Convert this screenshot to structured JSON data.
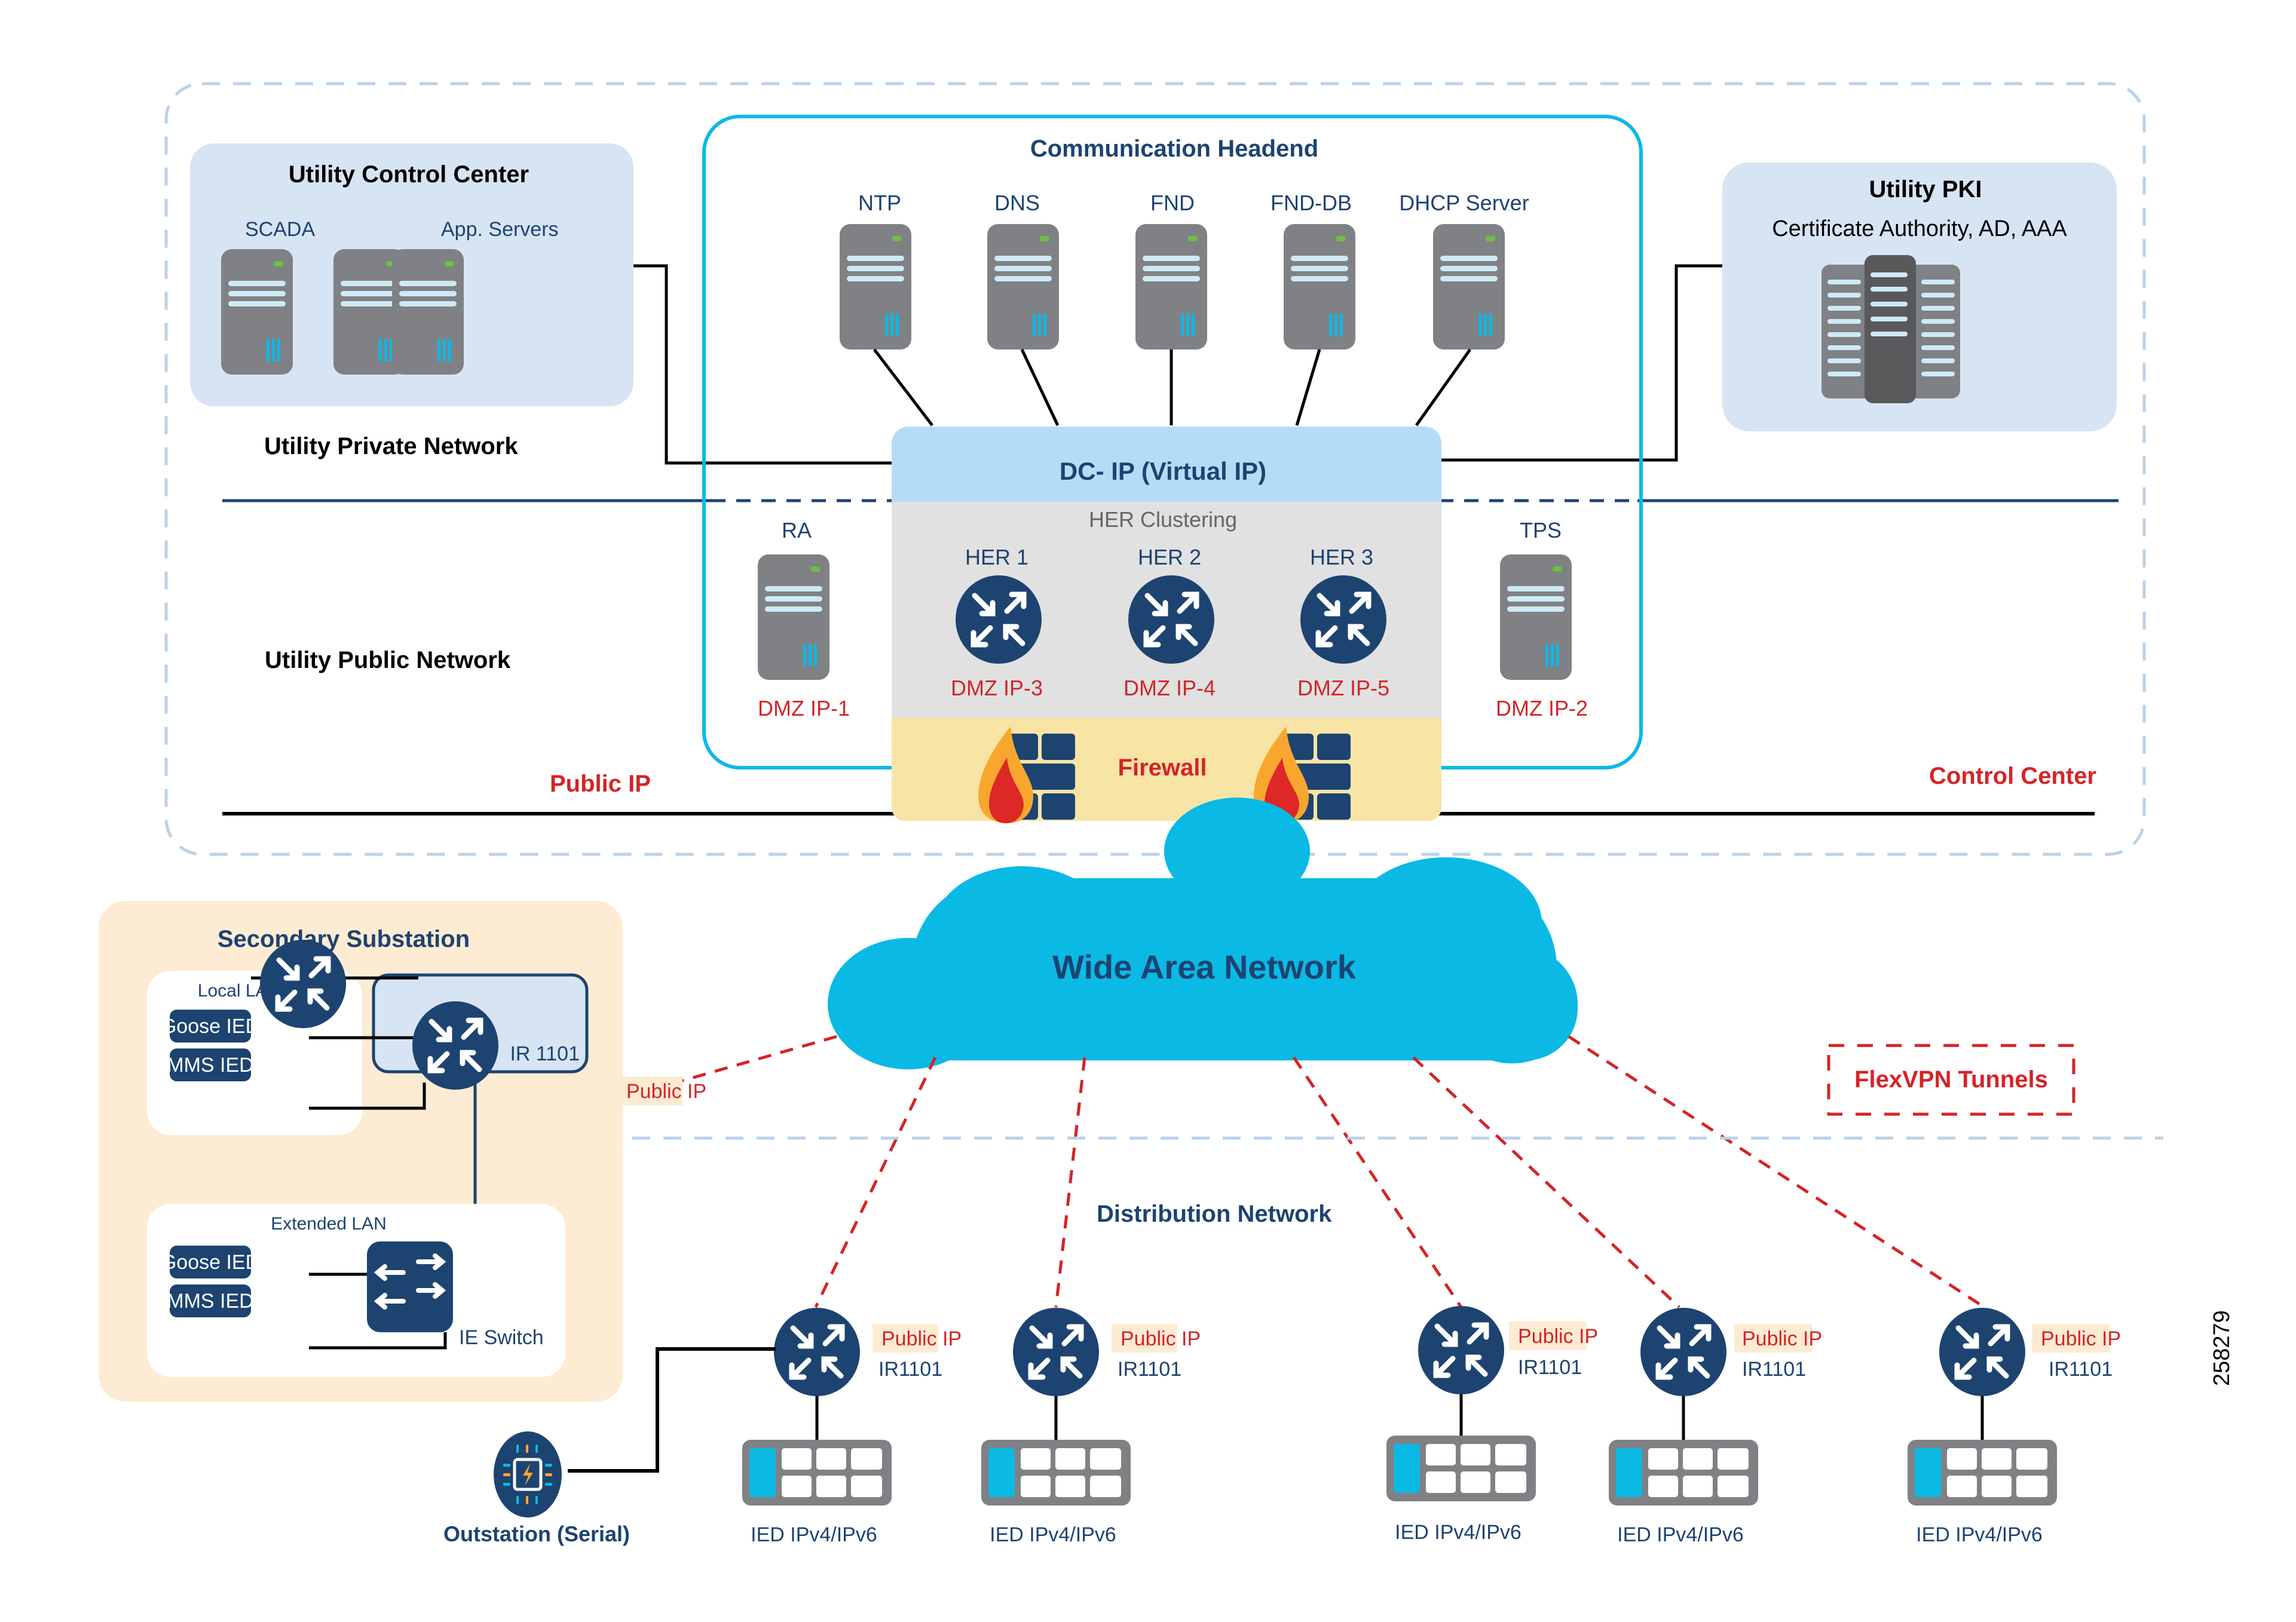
{
  "colors": {
    "navy": "#1d4370",
    "red": "#d42427",
    "cyan": "#0bb9e5",
    "light_blue": "#d7e4f4",
    "dc_blue": "#b5dcf7",
    "her_gray": "#e1e1e1",
    "firewall_yellow": "#f8e4a5",
    "substation_peach": "#fdebd3",
    "server_gray": "#808184"
  },
  "control_center": {
    "utility_control_center": {
      "title": "Utility Control Center",
      "scada_label": "SCADA",
      "app_servers_label": "App. Servers"
    },
    "utility_private_network_label": "Utility Private Network",
    "utility_public_network_label": "Utility Public Network",
    "public_ip_label": "Public IP",
    "control_center_label": "Control Center",
    "communication_headend": {
      "title": "Communication Headend",
      "servers": [
        {
          "label": "NTP"
        },
        {
          "label": "DNS"
        },
        {
          "label": "FND"
        },
        {
          "label": "FND-DB"
        },
        {
          "label": "DHCP Server"
        }
      ]
    },
    "dc_ip_label": "DC- IP (Virtual IP)",
    "her_clustering_label": "HER Clustering",
    "her_routers": [
      {
        "label": "HER 1",
        "ip": "DMZ IP-3"
      },
      {
        "label": "HER 2",
        "ip": "DMZ IP-4"
      },
      {
        "label": "HER 3",
        "ip": "DMZ IP-5"
      }
    ],
    "ra": {
      "label": "RA",
      "ip": "DMZ IP-1"
    },
    "tps": {
      "label": "TPS",
      "ip": "DMZ IP-2"
    },
    "firewall_label": "Firewall",
    "utility_pki": {
      "title": "Utility PKI",
      "subtitle": "Certificate Authority, AD, AAA"
    }
  },
  "wan": {
    "label": "Wide Area Network"
  },
  "flexvpn_label": "FlexVPN Tunnels",
  "secondary_substation": {
    "title": "Secondary Substation",
    "local_lan": {
      "title": "Local LAN",
      "devices": [
        "Goose IED",
        "MMS IED"
      ]
    },
    "router_label": "IR 1101",
    "public_ip_label": "Public IP",
    "extended_lan": {
      "title": "Extended LAN",
      "devices": [
        "Goose IED",
        "MMS IED"
      ],
      "switch_label": "IE Switch"
    }
  },
  "distribution_network": {
    "title": "Distribution Network",
    "outstation_label": "Outstation (Serial)",
    "sites": [
      {
        "router": "IR1101",
        "public_ip": "Public IP",
        "ied": "IED IPv4/IPv6"
      },
      {
        "router": "IR1101",
        "public_ip": "Public IP",
        "ied": "IED IPv4/IPv6"
      },
      {
        "router": "IR1101",
        "public_ip": "Public IP",
        "ied": "IED IPv4/IPv6"
      },
      {
        "router": "IR1101",
        "public_ip": "Public IP",
        "ied": "IED IPv4/IPv6"
      },
      {
        "router": "IR1101",
        "public_ip": "Public IP",
        "ied": "IED IPv4/IPv6"
      }
    ]
  },
  "figure_id": "258279"
}
